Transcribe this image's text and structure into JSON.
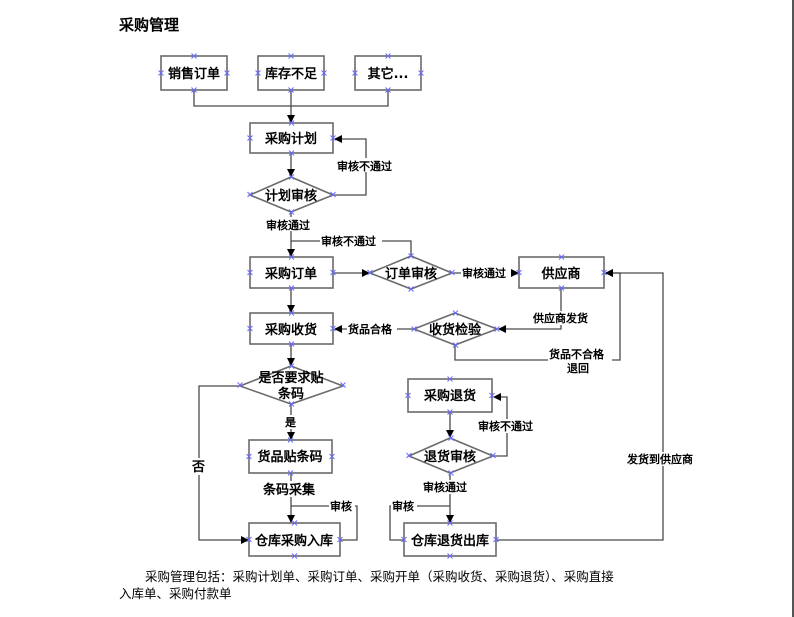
{
  "page_title": "采购管理",
  "nodes": {
    "sales_order": "销售订单",
    "stock_shortage": "库存不足",
    "other": "其它...",
    "purchase_plan": "采购计划",
    "plan_review": "计划审核",
    "purchase_order": "采购订单",
    "order_review": "订单审核",
    "supplier": "供应商",
    "purchase_receipt": "采购收货",
    "receipt_inspection": "收货检验",
    "barcode_required_line1": "是否要求贴",
    "barcode_required_line2": "条码",
    "apply_barcode": "货品贴条码",
    "warehouse_purchase_in": "仓库采购入库",
    "purchase_return": "采购退货",
    "return_review": "退货审核",
    "warehouse_return_out": "仓库退货出库"
  },
  "edges": {
    "plan_review_reject": "审核不通过",
    "plan_review_pass": "审核通过",
    "order_review_reject": "审核不通过",
    "order_review_pass": "审核通过",
    "supplier_ship": "供应商发货",
    "goods_qualified": "货品合格",
    "goods_unqualified_line1": "货品不合格",
    "goods_unqualified_line2": "退回",
    "yes": "是",
    "no": "否",
    "barcode_collect": "条码采集",
    "in_review": "审核",
    "return_review_reject": "审核不通过",
    "return_review_pass": "审核通过",
    "out_review": "审核",
    "ship_to_supplier": "发货到供应商"
  },
  "footer": {
    "line1": "采购管理包括：采购计划单、采购订单、采购开单（采购收货、采购退货）、采购直接",
    "line2": "入库单、采购付款单"
  }
}
